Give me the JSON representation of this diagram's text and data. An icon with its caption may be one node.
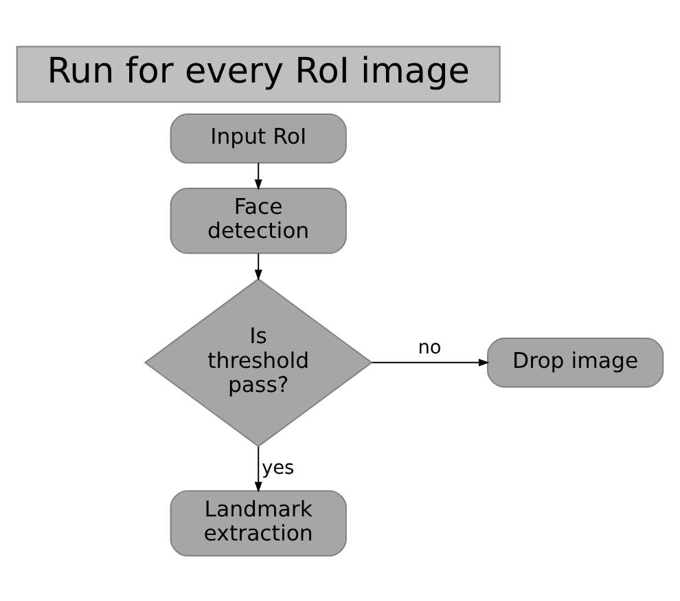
{
  "diagram": {
    "nodes": [
      {
        "text": [
          "Run for every RoI image"
        ]
      },
      {
        "text": [
          "Input RoI"
        ]
      },
      {
        "text": [
          "Face detection"
        ]
      },
      {
        "text": [
          "Is threshold pass?"
        ]
      },
      {
        "text": [
          "Drop image"
        ]
      },
      {
        "text": [
          "Landmark extraction"
        ]
      }
    ],
    "edges": [
      {
        "from": 1,
        "to": 2,
        "arrow": "to"
      },
      {
        "from": 2,
        "to": 3,
        "arrow": "to"
      },
      {
        "from": 3,
        "to": 4,
        "arrow": "to",
        "label": "no"
      },
      {
        "from": 3,
        "to": 5,
        "arrow": "to",
        "label": "yes"
      }
    ]
  }
}
